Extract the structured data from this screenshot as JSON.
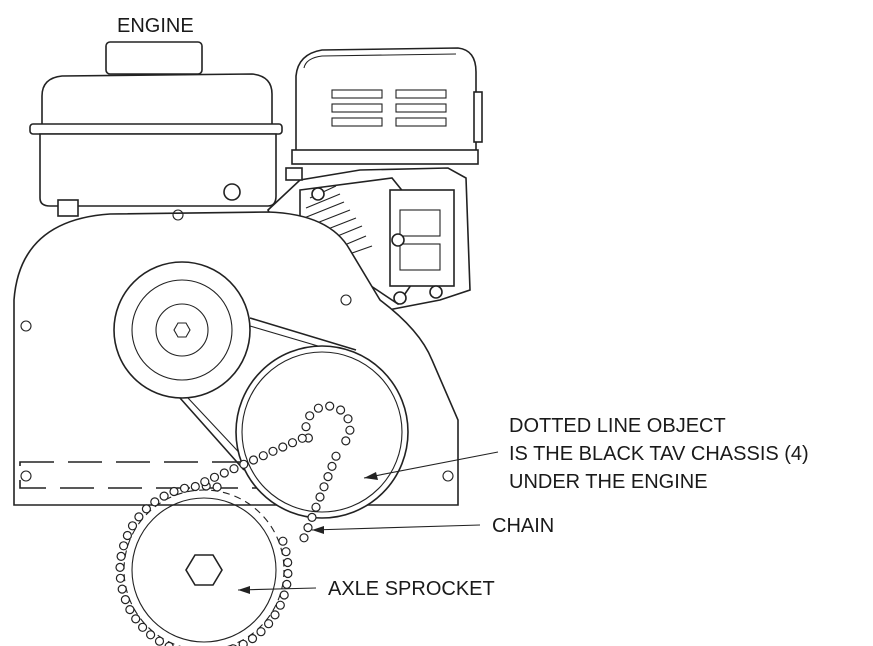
{
  "labels": {
    "engine": "ENGINE",
    "dotted_line_1": "DOTTED LINE OBJECT",
    "dotted_line_2": "IS THE BLACK TAV CHASSIS (4)",
    "dotted_line_3": "UNDER THE ENGINE",
    "chain": "CHAIN",
    "axle_sprocket": "AXLE SPROCKET"
  },
  "colors": {
    "line": "#222222",
    "background": "#ffffff"
  }
}
